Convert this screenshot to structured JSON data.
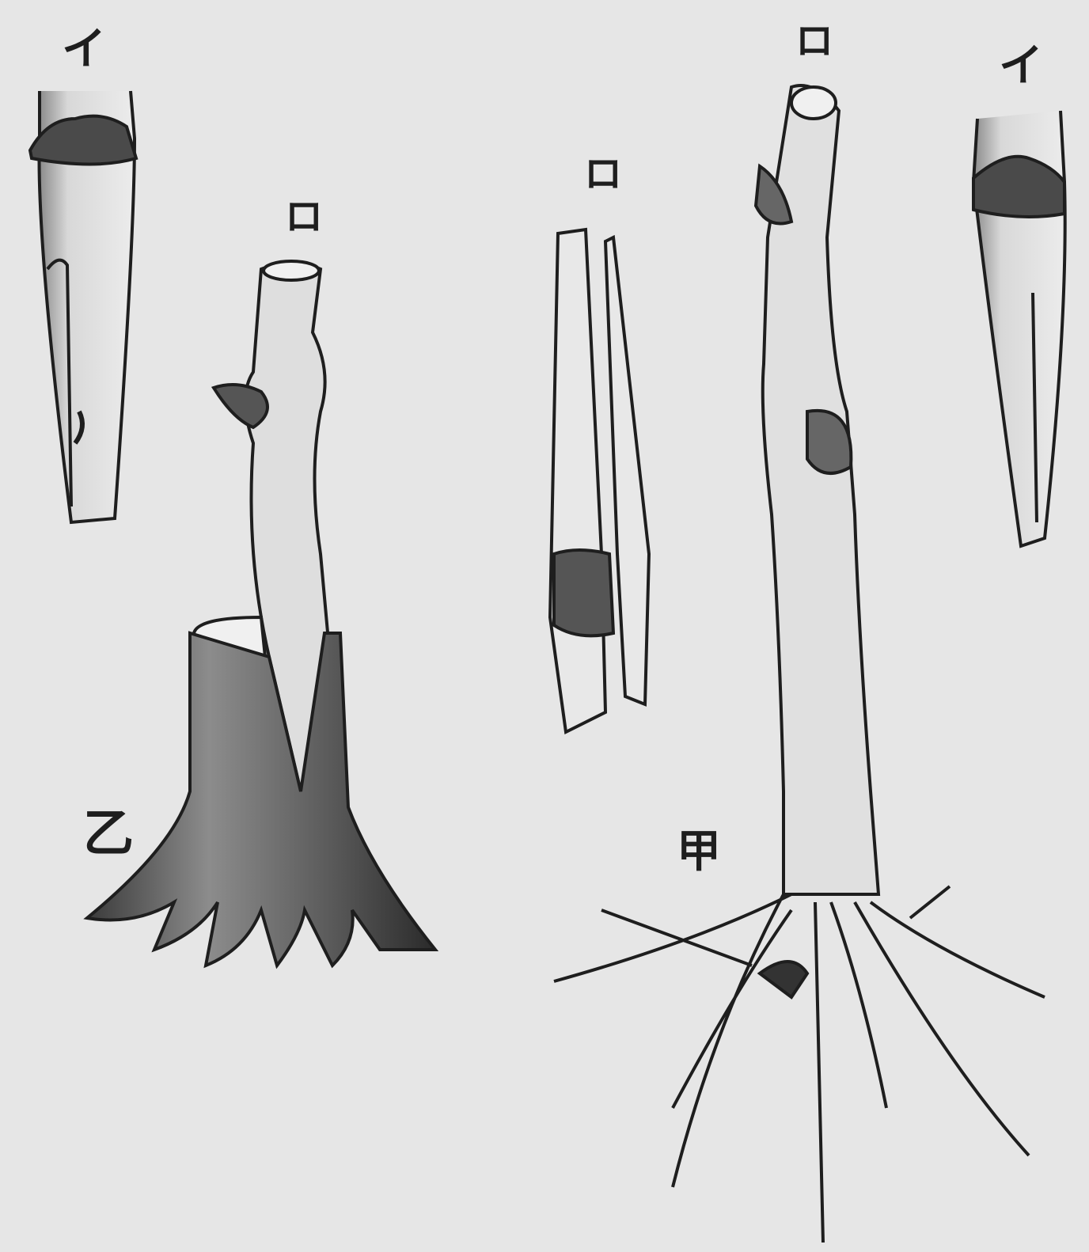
{
  "labels": {
    "scion_left_i": "イ",
    "scion_left_ro": "ロ",
    "scion_mid_ro": "ロ",
    "scion_right_ro": "ロ",
    "scion_right_i": "イ",
    "fig_otsu": "乙",
    "fig_kou": "甲"
  },
  "colors": {
    "ink": "#1e1e1e",
    "paper": "#e6e6e6",
    "wood": "#dcdcdc"
  }
}
